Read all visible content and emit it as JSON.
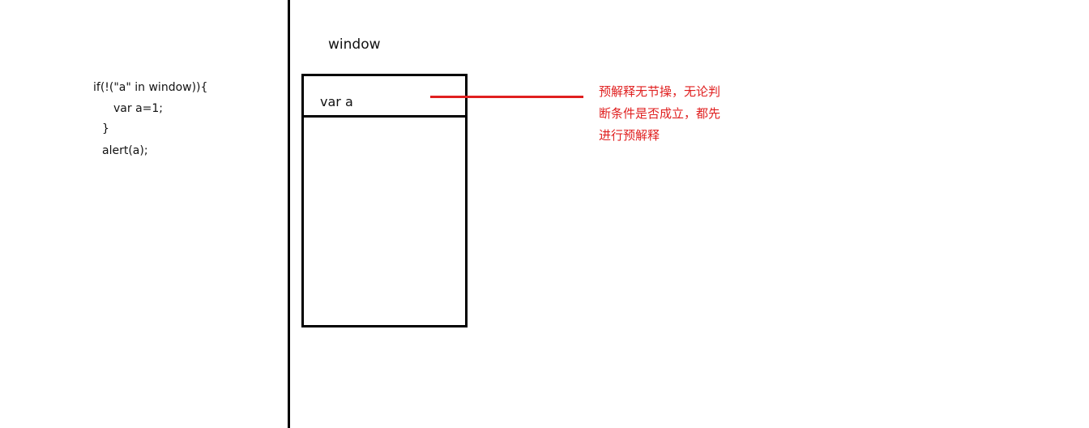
{
  "code": {
    "lines": [
      "if(!(\"a\" in window)){",
      "var a=1;",
      "}",
      "alert(a);"
    ]
  },
  "scope": {
    "title": "window",
    "variable": "var a"
  },
  "annotation": {
    "lines": [
      "预解释无节操，无论判",
      "断条件是否成立，都先",
      "进行预解释"
    ]
  },
  "colors": {
    "annotation": "#e02020",
    "connector": "#e02020",
    "lines": "#000000"
  }
}
